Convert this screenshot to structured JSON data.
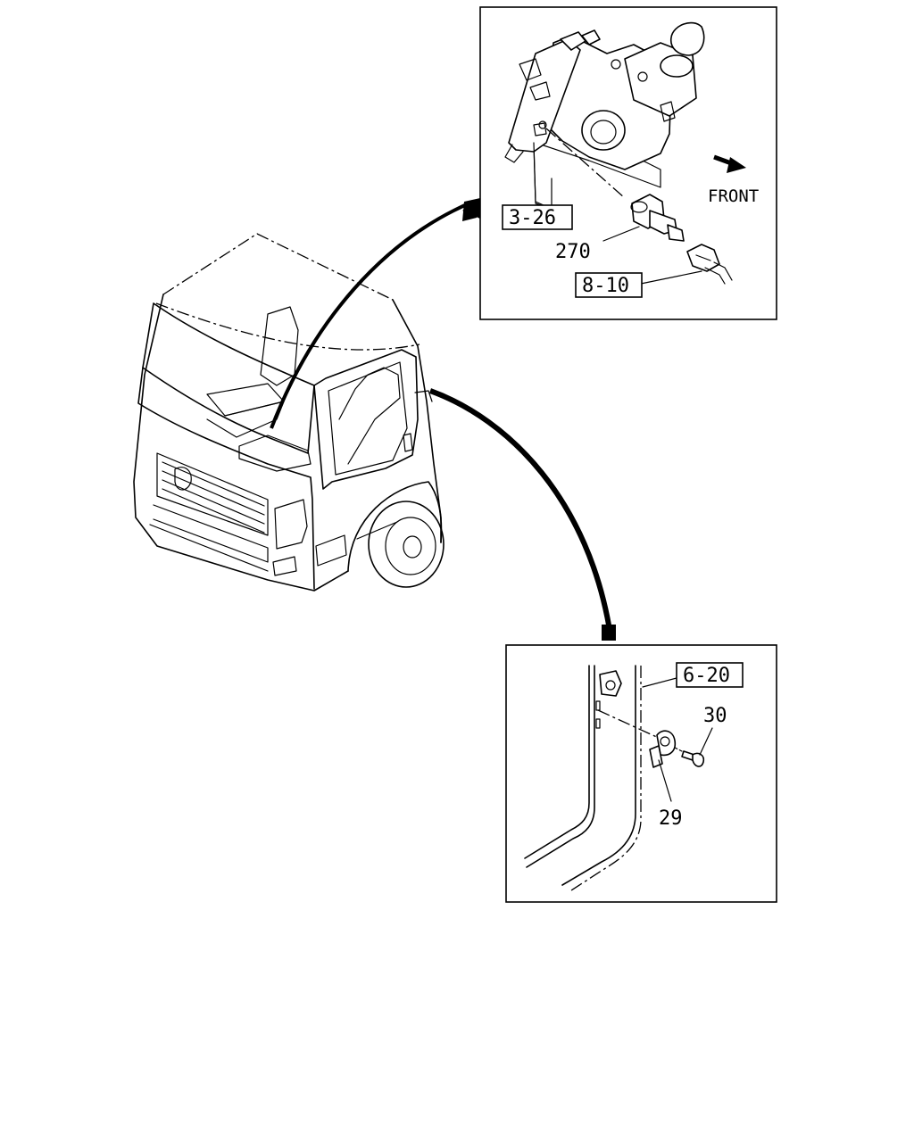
{
  "callouts": {
    "ref_top": "3-26",
    "ref_connector": "8-10",
    "ref_bottom": "6-20",
    "part_switch": "270",
    "part_bolt": "30",
    "part_bracket": "29"
  },
  "labels": {
    "direction": "FRONT"
  },
  "colors": {
    "line": "#000000",
    "background": "#ffffff"
  }
}
